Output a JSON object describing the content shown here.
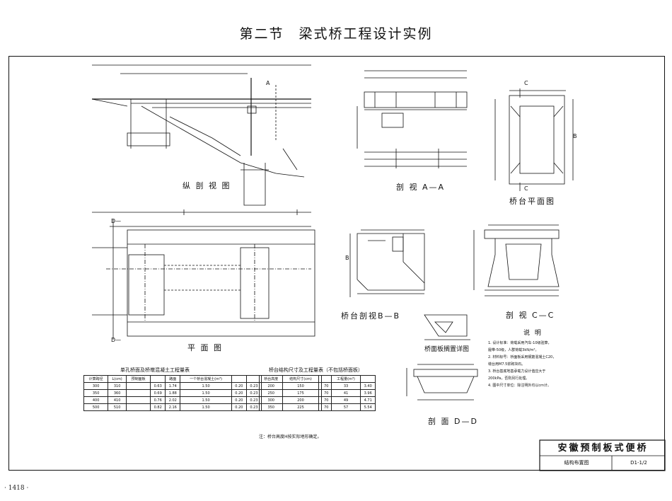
{
  "page": {
    "title": "第二节　梁式桥工程设计实例",
    "page_number": "· 1418 ·"
  },
  "captions": {
    "elevation": "纵 剖 视 图",
    "section_aa": "剖 视 A—A",
    "abutment_plan": "桥台平面图",
    "plan": "平 面 图",
    "section_bb": "桥台剖视B—B",
    "section_cc": "剖 视 C—C",
    "section_dd": "剖 面 D—D",
    "bearing": "桥面板搁置详图",
    "notes_heading": "说 明"
  },
  "markers": {
    "d_top": "D—",
    "d_bottom": "D—",
    "c_top": "C",
    "c_bottom": "C",
    "a_top": "A",
    "b_mark": "B",
    "b_mark2": "B"
  },
  "notes": [
    "1. 设计标准：荷载采用汽车-10级验算，",
    "   履带-50级，人群荷载3kN/m²。",
    "2. 材料标号：桥面板采用钢筋混凝土C20，",
    "   墩台用M7.5浆砌块石。",
    "3. 桥台基底地基承载力设计值应大于",
    "   200kPa，否则另行处理。",
    "4. 图中尺寸单位：除注明外均以cm计。"
  ],
  "table1": {
    "title": "单孔桥面及桥墩混凝土工程量表",
    "headers": [
      "计算跨径",
      "L(cm)",
      "预制面板",
      "",
      "路面",
      "一个桥台混凝土(m³)",
      "",
      ""
    ],
    "rows": [
      [
        "300",
        "310",
        "",
        "0.63",
        "1.74",
        "1.50",
        "0.20",
        "0.23"
      ],
      [
        "350",
        "360",
        "",
        "0.69",
        "1.88",
        "1.50",
        "0.20",
        "0.23"
      ],
      [
        "400",
        "410",
        "",
        "0.76",
        "2.02",
        "1.50",
        "0.20",
        "0.23"
      ],
      [
        "500",
        "510",
        "",
        "0.82",
        "2.16",
        "1.50",
        "0.20",
        "0.23"
      ]
    ]
  },
  "table2": {
    "title": "桥台结构尺寸及工程量表（不包括桥面板）",
    "headers": [
      "桥台高度",
      "结构尺寸(cm)",
      "",
      "",
      "工程量(m³)",
      ""
    ],
    "rows": [
      [
        "200",
        "150",
        "",
        "70",
        "33",
        "3.40"
      ],
      [
        "250",
        "175",
        "",
        "70",
        "41",
        "3.96"
      ],
      [
        "300",
        "200",
        "",
        "70",
        "49",
        "4.71"
      ],
      [
        "350",
        "225",
        "",
        "70",
        "57",
        "5.54"
      ]
    ],
    "footnote": "注：桥台高度H按实际地形确定。"
  },
  "title_block": {
    "title": "安徽预制板式便桥",
    "drawing_name": "结构布置图",
    "drawing_code": "D1-1/2"
  }
}
